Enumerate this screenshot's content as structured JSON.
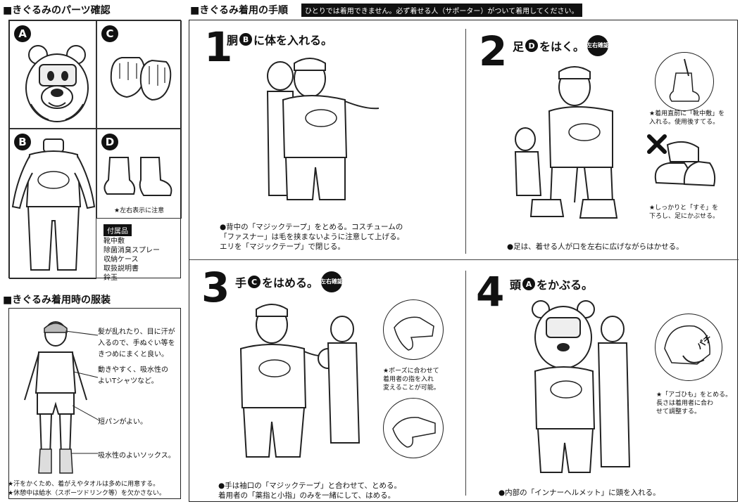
{
  "parts": {
    "title": "■きぐるみのパーツ確認",
    "labels": {
      "a": "A",
      "b": "B",
      "c": "C",
      "d": "D"
    },
    "lr_note": "★左右表示に注意",
    "accessories_title": "付属品",
    "accessories": [
      "靴中敷",
      "除菌消臭スプレー",
      "収納ケース",
      "取扱説明書",
      "鈴玉"
    ]
  },
  "clothing": {
    "title": "■きぐるみ着用時の服装",
    "callouts": [
      [
        "髪が乱れたり、目に汗が",
        "入るので、手ぬぐい等を",
        "きつめにまくと良い。"
      ],
      [
        "動きやすく、吸水性の",
        "よいTシャツなど。"
      ],
      [
        "短パンがよい。"
      ],
      [
        "吸水性のよいソックス。"
      ]
    ],
    "footer": [
      "★汗をかくため、着がえやタオルは多めに用意する。",
      "★休憩中は給水（スポーツドリンク等）を欠かさない。"
    ]
  },
  "procedure": {
    "title": "■きぐるみ着用の手順",
    "warning": "ひとりでは着用できません。必ず着せる人（サポーター）がついて着用してください。"
  },
  "steps": [
    {
      "num": "1",
      "title_pre": "胴",
      "badge": "B",
      "title_post": "に体を入れる。",
      "caption": [
        "●背中の「マジックテープ」をとめる。コスチュームの",
        "「ファスナー」は毛を挟まないように注意して上げる。",
        "エリを「マジックテープ」で閉じる。"
      ]
    },
    {
      "num": "2",
      "title_pre": "足",
      "badge": "D",
      "title_post": "をはく。",
      "lr_badge": "左右確認",
      "note_top": [
        "★着用直前に「靴中敷」を",
        "入れる。使用後すてる。"
      ],
      "note_bottom": [
        "★しっかりと「すそ」を",
        "下ろし、足にかぶせる。"
      ],
      "caption": [
        "●足は、着せる人が口を左右に広げながらはかせる。"
      ]
    },
    {
      "num": "3",
      "title_pre": "手",
      "badge": "C",
      "title_post": "をはめる。",
      "lr_badge": "左右確認",
      "note": [
        "★ポーズに合わせて",
        "着用者の指を入れ",
        "変えることが可能。"
      ],
      "caption": [
        "●手は袖口の「マジックテープ」と合わせて、とめる。",
        "着用者の「薬指と小指」のみを一緒にして、はめる。"
      ]
    },
    {
      "num": "4",
      "title_pre": "頭",
      "badge": "A",
      "title_post": "をかぶる。",
      "note": [
        "★「アゴひも」をとめる。",
        "長さは着用者に合わ",
        "せて調整する。"
      ],
      "chin_label": "パチ",
      "caption": [
        "●内部の「インナーヘルメット」に頭を入れる。"
      ]
    }
  ]
}
